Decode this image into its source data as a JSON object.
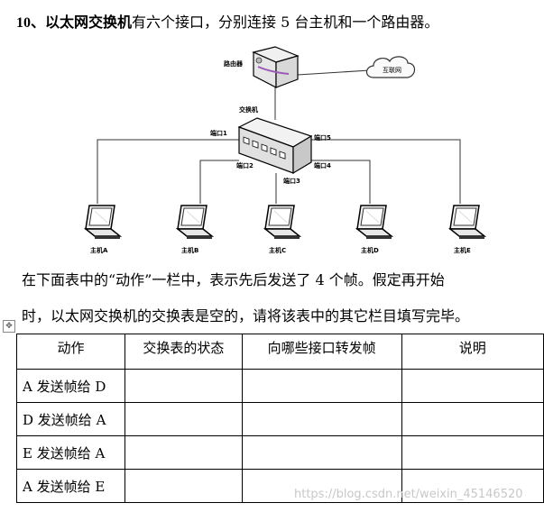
{
  "question": {
    "number": "10、",
    "bold_text": "以太网交换机",
    "rest_text": "有六个接口，分别连接 5 台主机和一个路由器。"
  },
  "diagram": {
    "router_label": "路由器",
    "internet_label": "互联网",
    "switch_label": "交换机",
    "ports": {
      "p1": "端口1",
      "p2": "端口2",
      "p3": "端口3",
      "p4": "端口4",
      "p5": "端口5"
    },
    "hosts": [
      "主机A",
      "主机B",
      "主机C",
      "主机D",
      "主机E"
    ]
  },
  "paragraph": {
    "line1": "在下面表中的“动作”一栏中，表示先后发送了 4 个帧。假定再开始",
    "line2": "时，以太网交换机的交换表是空的，请将该表中的其它栏目填写完毕。"
  },
  "move_handle_glyph": "✥",
  "table": {
    "headers": [
      "动作",
      "交换表的状态",
      "向哪些接口转发帧",
      "说明"
    ],
    "rows": [
      [
        "A 发送帧给 D",
        "",
        "",
        ""
      ],
      [
        "D 发送帧给 A",
        "",
        "",
        ""
      ],
      [
        "E 发送帧给 A",
        "",
        "",
        ""
      ],
      [
        "A 发送帧给 E",
        "",
        "",
        ""
      ]
    ]
  },
  "watermark": "https://blog.csdn.net/weixin_45146520"
}
